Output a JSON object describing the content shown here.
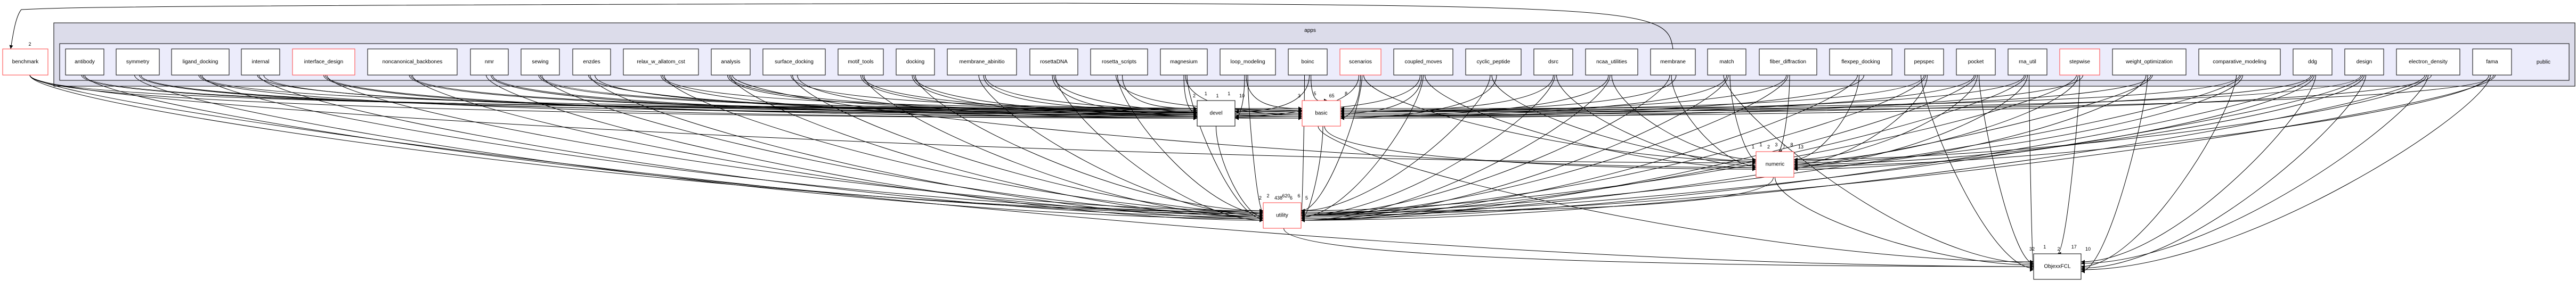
{
  "clusters": {
    "outer_label": "apps",
    "inner_label": "public",
    "outer_fill": "#dcdcea",
    "inner_fill": "#ececfb"
  },
  "colors": {
    "highlight_border": "#ff4040",
    "normal_border": "#000000"
  },
  "app_nodes": [
    {
      "label": "antibody",
      "deps": [
        "devel",
        "basic",
        "utility"
      ]
    },
    {
      "label": "symmetry",
      "deps": [
        "devel",
        "basic",
        "utility"
      ]
    },
    {
      "label": "ligand_docking",
      "deps": [
        "devel",
        "basic",
        "utility"
      ]
    },
    {
      "label": "internal",
      "deps": [
        "devel",
        "basic",
        "utility"
      ]
    },
    {
      "label": "interface_design",
      "red": true,
      "deps": [
        "devel",
        "basic",
        "utility"
      ]
    },
    {
      "label": "noncanonical_backbones",
      "deps": [
        "devel",
        "basic",
        "utility"
      ]
    },
    {
      "label": "nmr",
      "deps": [
        "devel",
        "basic",
        "utility"
      ]
    },
    {
      "label": "sewing",
      "deps": [
        "devel",
        "basic",
        "utility"
      ]
    },
    {
      "label": "enzdes",
      "deps": [
        "devel",
        "basic",
        "utility"
      ]
    },
    {
      "label": "relax_w_allatom_cst",
      "deps": [
        "devel",
        "basic",
        "utility"
      ]
    },
    {
      "label": "analysis",
      "deps": [
        "devel",
        "basic",
        "utility",
        "numeric"
      ]
    },
    {
      "label": "surface_docking",
      "deps": [
        "devel",
        "basic",
        "utility"
      ]
    },
    {
      "label": "motif_tools",
      "deps": [
        "devel",
        "basic",
        "utility"
      ]
    },
    {
      "label": "docking",
      "deps": [
        "devel",
        "basic",
        "utility"
      ]
    },
    {
      "label": "membrane_abinitio",
      "deps": [
        "devel",
        "basic",
        "utility"
      ]
    },
    {
      "label": "rosettaDNA",
      "deps": [
        "devel",
        "basic",
        "utility"
      ]
    },
    {
      "label": "rosetta_scripts",
      "deps": [
        "devel",
        "basic",
        "utility"
      ]
    },
    {
      "label": "magnesium",
      "deps": [
        "devel",
        "basic",
        "utility"
      ]
    },
    {
      "label": "loop_modeling",
      "deps": [
        "devel",
        "basic",
        "utility"
      ]
    },
    {
      "label": "boinc",
      "deps": [
        "devel",
        "basic",
        "utility"
      ]
    },
    {
      "label": "scenarios",
      "red": true,
      "deps": [
        "devel",
        "basic",
        "utility",
        "numeric"
      ]
    },
    {
      "label": "coupled_moves",
      "deps": [
        "devel",
        "basic",
        "utility",
        "numeric"
      ]
    },
    {
      "label": "cyclic_peptide",
      "deps": [
        "basic",
        "utility",
        "numeric"
      ]
    },
    {
      "label": "dsrc",
      "deps": [
        "basic",
        "utility",
        "numeric"
      ]
    },
    {
      "label": "ncaa_utilities",
      "deps": [
        "basic",
        "utility",
        "numeric"
      ]
    },
    {
      "label": "membrane",
      "deps": [
        "benchmark",
        "basic",
        "utility",
        "numeric"
      ]
    },
    {
      "label": "match",
      "deps": [
        "basic",
        "utility",
        "numeric",
        "ObjexxFCL"
      ]
    },
    {
      "label": "fiber_diffraction",
      "deps": [
        "basic",
        "utility",
        "numeric"
      ]
    },
    {
      "label": "flexpep_docking",
      "deps": [
        "basic",
        "utility",
        "numeric"
      ]
    },
    {
      "label": "pepspec",
      "deps": [
        "basic",
        "utility",
        "numeric",
        "ObjexxFCL"
      ]
    },
    {
      "label": "pocket",
      "deps": [
        "basic",
        "utility",
        "numeric",
        "ObjexxFCL"
      ]
    },
    {
      "label": "rna_util",
      "deps": [
        "basic",
        "utility",
        "numeric",
        "ObjexxFCL"
      ]
    },
    {
      "label": "stepwise",
      "red": true,
      "deps": [
        "basic",
        "utility",
        "numeric",
        "ObjexxFCL"
      ]
    },
    {
      "label": "weight_optimization",
      "deps": [
        "basic",
        "utility",
        "numeric",
        "ObjexxFCL"
      ]
    },
    {
      "label": "comparative_modeling",
      "deps": [
        "basic",
        "utility",
        "numeric",
        "ObjexxFCL"
      ]
    },
    {
      "label": "ddg",
      "deps": [
        "basic",
        "utility",
        "numeric",
        "ObjexxFCL"
      ]
    },
    {
      "label": "design",
      "deps": [
        "basic",
        "utility",
        "numeric",
        "ObjexxFCL"
      ]
    },
    {
      "label": "electron_density",
      "deps": [
        "basic",
        "utility",
        "numeric",
        "ObjexxFCL"
      ]
    },
    {
      "label": "fama",
      "deps": [
        "basic",
        "utility",
        "numeric",
        "ObjexxFCL"
      ]
    }
  ],
  "external_nodes": [
    {
      "id": "benchmark",
      "label": "benchmark",
      "red": true,
      "deps": [
        "devel",
        "basic",
        "utility",
        "numeric",
        "ObjexxFCL"
      ]
    },
    {
      "id": "devel",
      "label": "devel",
      "deps": [
        "utility"
      ]
    },
    {
      "id": "basic",
      "label": "basic",
      "red": true,
      "deps": [
        "utility",
        "numeric",
        "ObjexxFCL"
      ]
    },
    {
      "id": "numeric",
      "label": "numeric",
      "red": true,
      "deps": [
        "utility",
        "ObjexxFCL"
      ]
    },
    {
      "id": "utility",
      "label": "utility",
      "red": true,
      "deps": [
        "ObjexxFCL"
      ]
    },
    {
      "id": "ObjexxFCL",
      "label": "ObjexxFCL",
      "deps": []
    }
  ],
  "edge_labels": {
    "benchmark": [
      "2"
    ],
    "devel": [
      "2",
      "1",
      "1",
      "1",
      "10"
    ],
    "basic": [
      "3",
      "5",
      "65",
      "8"
    ],
    "utility": [
      "2",
      "2",
      "438",
      "620",
      "6",
      "6",
      "5"
    ],
    "numeric": [
      "1",
      "1",
      "2",
      "3",
      "7",
      "8",
      "13"
    ],
    "ObjexxFCL": [
      "32",
      "1",
      "2",
      "17",
      "10"
    ]
  }
}
